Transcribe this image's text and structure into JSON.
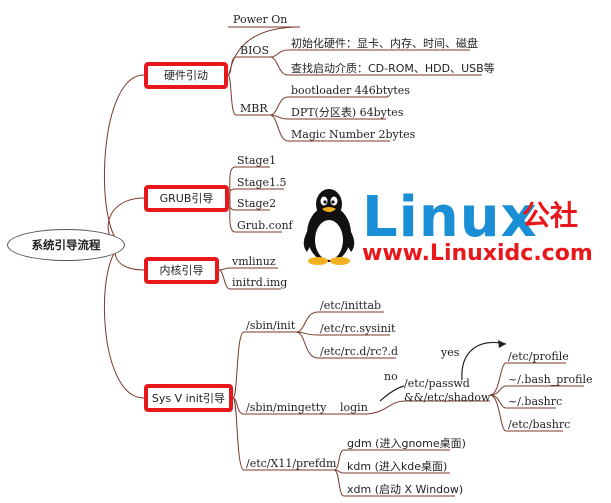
{
  "root": {
    "label": "系统引导流程"
  },
  "sections": {
    "hardware": {
      "label": "硬件引动",
      "power_on": "Power On",
      "bios": {
        "label": "BIOS",
        "items": [
          "初始化硬件：显卡、内存、时间、磁盘",
          "查找启动介质：CD-ROM、HDD、USB等"
        ]
      },
      "mbr": {
        "label": "MBR",
        "items": [
          "bootloader 446btytes",
          "DPT(分区表) 64bytes",
          "Magic Number 2bytes"
        ]
      }
    },
    "grub": {
      "label": "GRUB引导",
      "items": [
        "Stage1",
        "Stage1.5",
        "Stage2",
        "Grub.conf"
      ]
    },
    "kernel": {
      "label": "内核引导",
      "items": [
        "vmlinuz",
        "initrd.img"
      ]
    },
    "sysv": {
      "label": "Sys V init引导",
      "sbin_init": {
        "label": "/sbin/init",
        "items": [
          "/etc/inittab",
          "/etc/rc.sysinit",
          "/etc/rc.d/rc?.d"
        ]
      },
      "mingetty": {
        "label": "/sbin/mingetty",
        "login": "login",
        "no": "no",
        "yes": "yes",
        "passwd_line1": "/etc/passwd",
        "passwd_line2": "&&/etc/shadow",
        "profiles": [
          "/etc/profile",
          "~/.bash_profile",
          "~/.bashrc",
          "/etc/bashrc"
        ]
      },
      "prefdm": {
        "label": "/etc/X11/prefdm",
        "items": [
          "gdm (进入gnome桌面)",
          "kdm (进入kde桌面)",
          "xdm (启动 X Window)"
        ]
      }
    }
  },
  "logo": {
    "brand": "Linux",
    "brand_cn": "公社",
    "url": "www.Linuxidc.com"
  },
  "colors": {
    "highlight": "#e8171b",
    "logo_blue": "#1a8fd6",
    "line": "#7a3a2a"
  }
}
